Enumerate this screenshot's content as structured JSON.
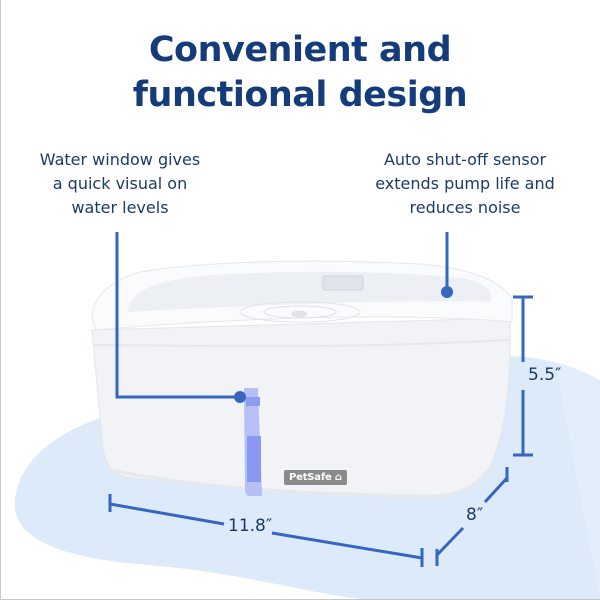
{
  "headline": {
    "line1": "Convenient and",
    "line2": "functional design"
  },
  "callouts": {
    "left": {
      "lines": [
        "Water window gives",
        "a quick visual on",
        "water levels"
      ]
    },
    "right": {
      "lines": [
        "Auto shut-off sensor",
        "extends pump life and",
        "reduces noise"
      ]
    }
  },
  "dimensions": {
    "width": "11.8″",
    "depth": "8″",
    "height": "5.5″"
  },
  "product": {
    "brand_label": "PetSafe"
  },
  "colors": {
    "headline": "#143c7a",
    "text": "#1c3a66",
    "accent_line": "#3566c2",
    "blob": "#ddeaf9",
    "water_window": "#8e9cf0"
  }
}
